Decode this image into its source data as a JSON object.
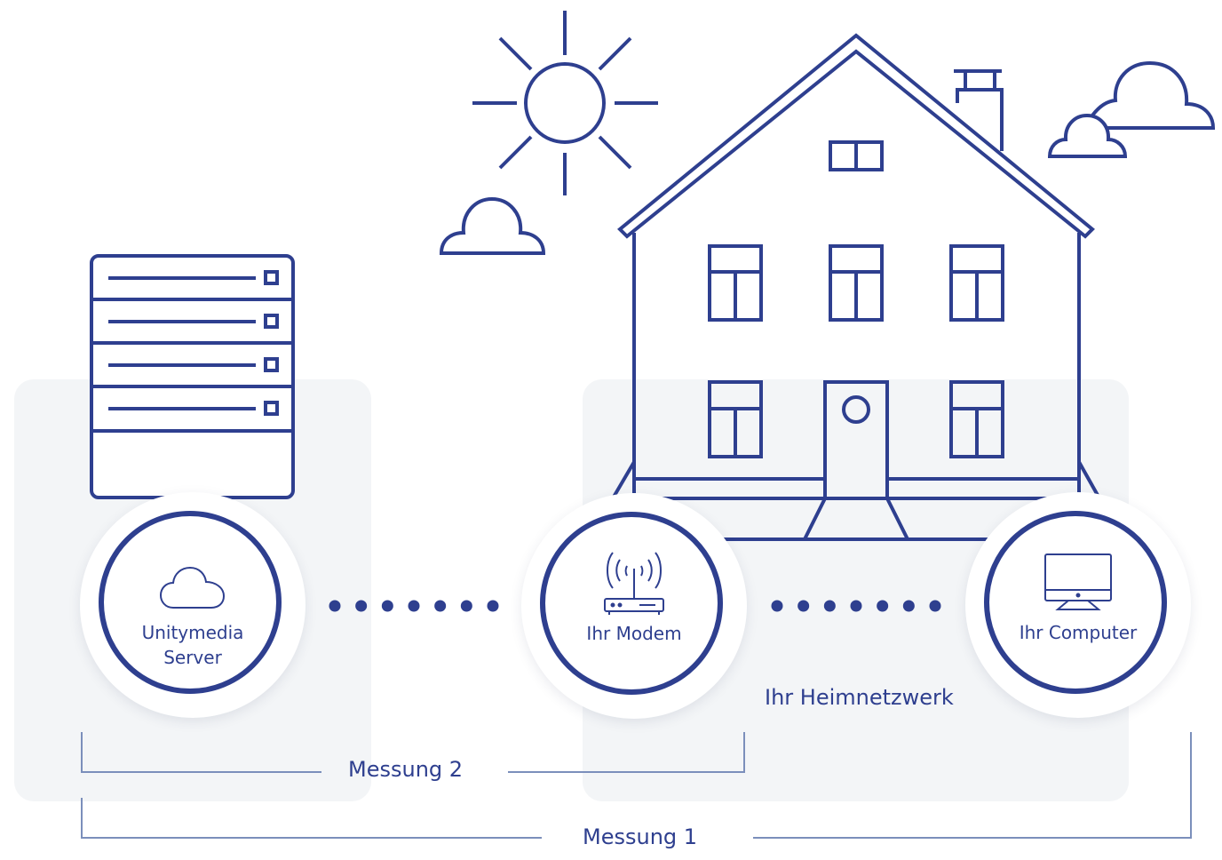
{
  "diagram": {
    "colors": {
      "stroke": "#2e3f8f",
      "panel": "#f3f5f7",
      "bracket": "#7b8fbb",
      "background": "#ffffff"
    },
    "nodes": [
      {
        "id": "server",
        "icon": "cloud-icon",
        "label_line1": "Unitymedia",
        "label_line2": "Server"
      },
      {
        "id": "modem",
        "icon": "router-icon",
        "label": "Ihr Modem"
      },
      {
        "id": "computer",
        "icon": "monitor-icon",
        "label": "Ihr Computer"
      }
    ],
    "connectors": [
      {
        "from": "server",
        "to": "modem",
        "style": "dotted",
        "dot_count": 7
      },
      {
        "from": "modem",
        "to": "computer",
        "style": "dotted",
        "dot_count": 7
      }
    ],
    "zones": [
      {
        "name": "Ihr Heimnetzwerk"
      }
    ],
    "measurements": [
      {
        "label": "Messung 2",
        "from": "server",
        "to": "modem"
      },
      {
        "label": "Messung 1",
        "from": "server",
        "to": "computer"
      }
    ],
    "illustrations": [
      "server-rack-icon",
      "house-icon",
      "sun-icon",
      "cloud-icon",
      "cloud-icon",
      "cloud-icon"
    ]
  }
}
